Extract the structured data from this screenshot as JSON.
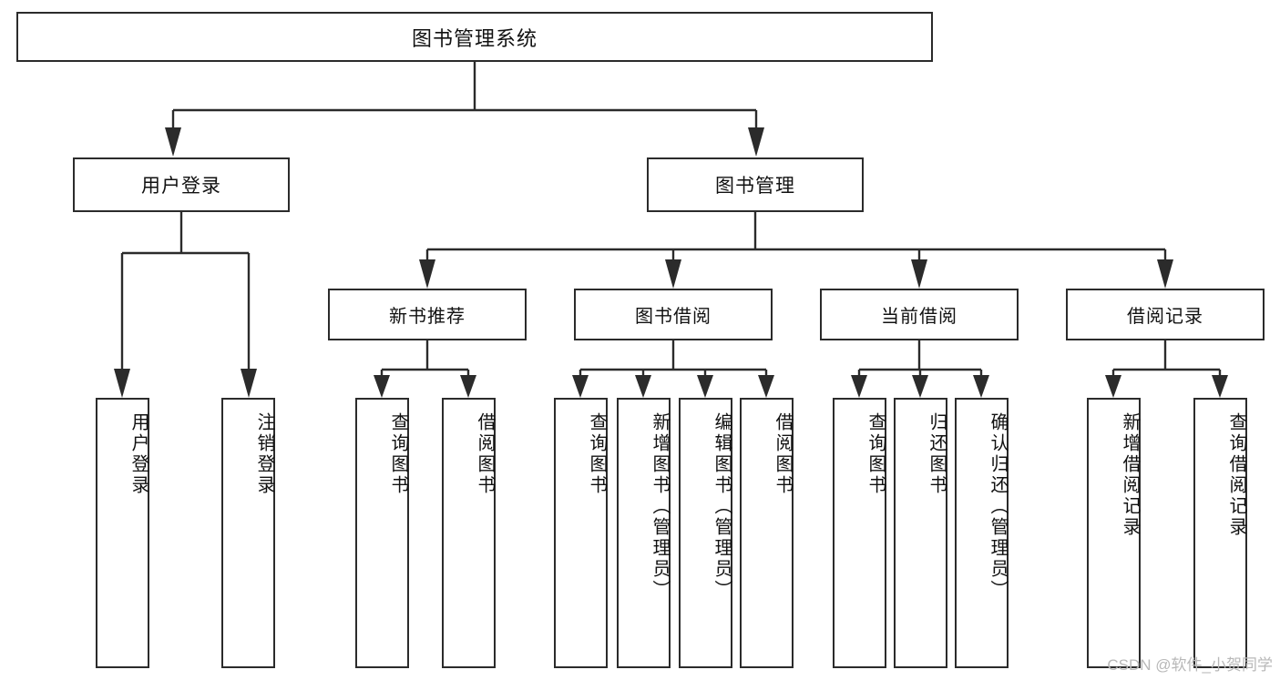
{
  "diagram": {
    "title": "图书管理系统",
    "type": "functional-structure-tree",
    "root": {
      "label": "图书管理系统"
    },
    "level2": [
      {
        "id": "user-login",
        "label": "用户登录"
      },
      {
        "id": "book-manage",
        "label": "图书管理"
      }
    ],
    "level3": [
      {
        "id": "new-book-recommend",
        "label": "新书推荐",
        "parent": "book-manage"
      },
      {
        "id": "book-borrow",
        "label": "图书借阅",
        "parent": "book-manage"
      },
      {
        "id": "current-borrow",
        "label": "当前借阅",
        "parent": "book-manage"
      },
      {
        "id": "borrow-record",
        "label": "借阅记录",
        "parent": "book-manage"
      }
    ],
    "leaves": [
      {
        "id": "leaf-user-login",
        "label": "用户登录",
        "parent": "user-login"
      },
      {
        "id": "leaf-logout-login",
        "label": "注销登录",
        "parent": "user-login"
      },
      {
        "id": "leaf-query-book-1",
        "label": "查询图书",
        "parent": "new-book-recommend"
      },
      {
        "id": "leaf-borrow-book-1",
        "label": "借阅图书",
        "parent": "new-book-recommend"
      },
      {
        "id": "leaf-query-book-2",
        "label": "查询图书",
        "parent": "book-borrow"
      },
      {
        "id": "leaf-add-book",
        "label": "新增图书（管理员）",
        "parent": "book-borrow"
      },
      {
        "id": "leaf-edit-book",
        "label": "编辑图书（管理员）",
        "parent": "book-borrow"
      },
      {
        "id": "leaf-borrow-book-2",
        "label": "借阅图书",
        "parent": "book-borrow"
      },
      {
        "id": "leaf-query-book-3",
        "label": "查询图书",
        "parent": "current-borrow"
      },
      {
        "id": "leaf-return-book",
        "label": "归还图书",
        "parent": "current-borrow"
      },
      {
        "id": "leaf-confirm-return",
        "label": "确认归还（管理员）",
        "parent": "current-borrow"
      },
      {
        "id": "leaf-add-record",
        "label": "新增借阅记录",
        "parent": "borrow-record"
      },
      {
        "id": "leaf-query-record",
        "label": "查询借阅记录",
        "parent": "borrow-record"
      }
    ],
    "colors": {
      "stroke": "#2b2b2b",
      "fill": "#ffffff",
      "text": "#111111",
      "watermark": "#b8b8b8"
    }
  },
  "watermark": {
    "text": "CSDN @软件_小贺同学"
  }
}
